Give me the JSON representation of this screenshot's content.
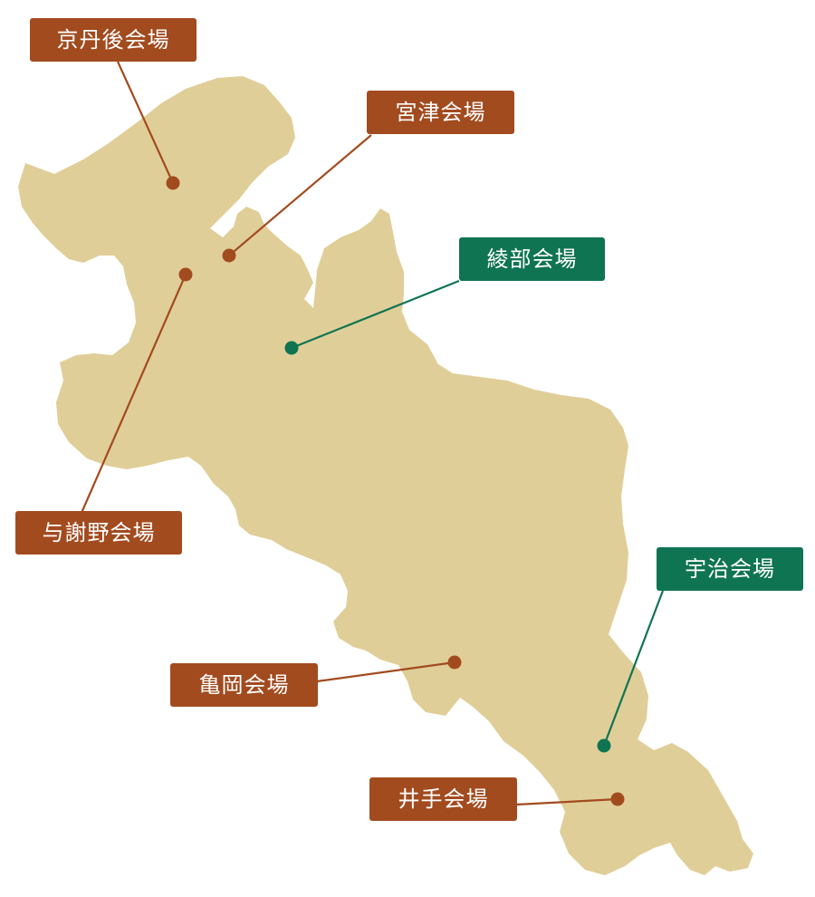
{
  "colors": {
    "land": "#e2d09a",
    "brown": "#a24b1f",
    "green": "#0f7451"
  },
  "venues": [
    {
      "name": "京丹後会場",
      "tone": "brown"
    },
    {
      "name": "宮津会場",
      "tone": "brown"
    },
    {
      "name": "綾部会場",
      "tone": "green"
    },
    {
      "name": "与謝野会場",
      "tone": "brown"
    },
    {
      "name": "宇治会場",
      "tone": "green"
    },
    {
      "name": "亀岡会場",
      "tone": "brown"
    },
    {
      "name": "井手会場",
      "tone": "brown"
    }
  ]
}
